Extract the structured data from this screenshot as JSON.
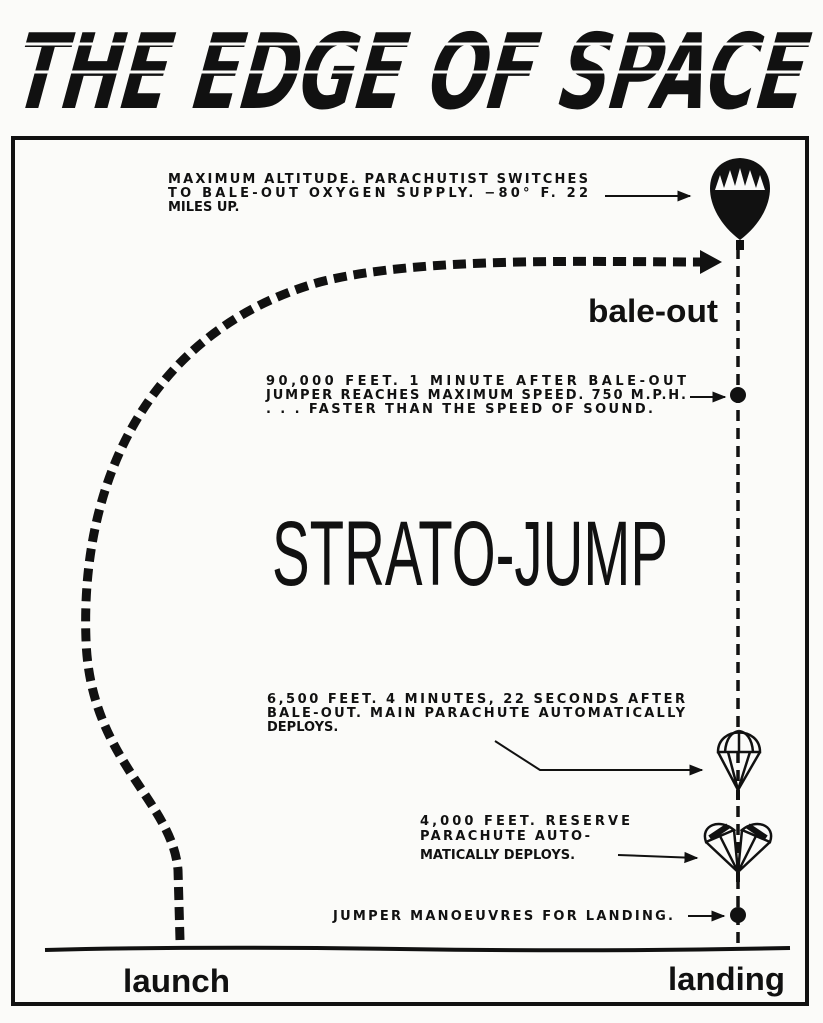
{
  "title": "THE EDGE OF SPACE",
  "center_title": "STRATO-JUMP",
  "labels": {
    "bale_out": "bale-out",
    "launch": "launch",
    "landing": "landing"
  },
  "captions": {
    "max_altitude": [
      "MAXIMUM ALTITUDE. PARACHUTIST SWITCHES",
      "TO BALE-OUT OXYGEN SUPPLY. −80° F. 22",
      "MILES UP."
    ],
    "max_speed": [
      "90,000 FEET. 1 MINUTE AFTER BALE-OUT",
      "JUMPER REACHES MAXIMUM SPEED. 750 M.P.H.",
      ". . . FASTER THAN THE SPEED OF SOUND."
    ],
    "main_chute": [
      "6,500 FEET. 4 MINUTES, 22 SECONDS AFTER",
      "BALE-OUT. MAIN PARACHUTE AUTOMATICALLY",
      "DEPLOYS."
    ],
    "reserve_chute": [
      "4,000 FEET. RESERVE",
      "PARACHUTE AUTO-",
      "MATICALLY DEPLOYS."
    ],
    "landing": [
      "JUMPER MANOEUVRES FOR LANDING."
    ]
  },
  "colors": {
    "ink": "#111111",
    "paper": "#fbfbf9"
  }
}
